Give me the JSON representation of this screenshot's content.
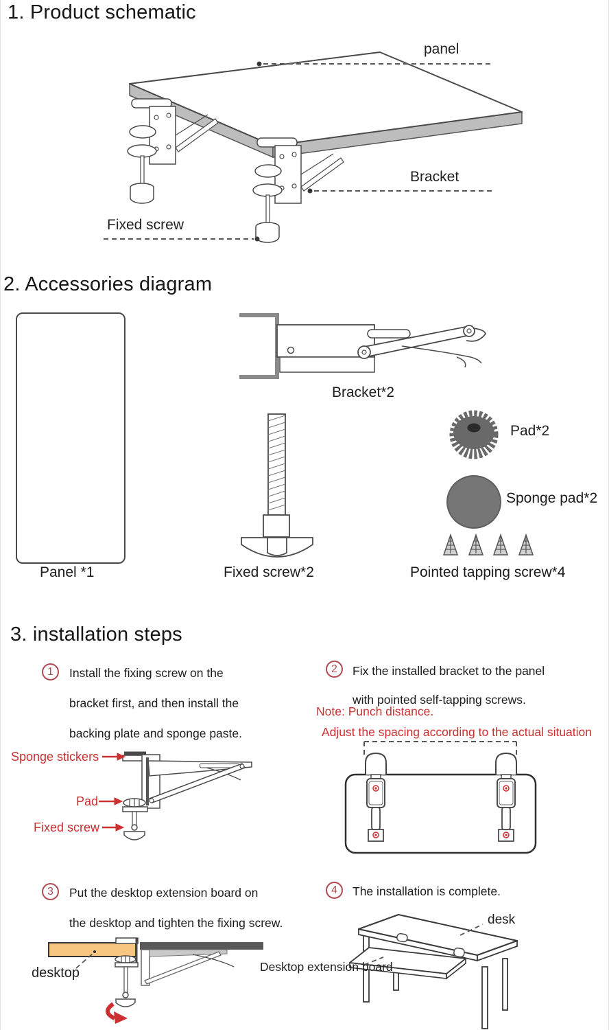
{
  "s1": {
    "title": "1. Product schematic",
    "labels": {
      "panel": "panel",
      "bracket": "Bracket",
      "fixed_screw": "Fixed screw"
    }
  },
  "s2": {
    "title": "2. Accessories diagram",
    "captions": {
      "panel": "Panel *1",
      "bracket": "Bracket*2",
      "fixed_screw": "Fixed screw*2",
      "pad": "Pad*2",
      "sponge": "Sponge pad*2",
      "tapping": "Pointed tapping screw*4"
    }
  },
  "s3": {
    "title": "3. installation steps",
    "steps": [
      {
        "num": "1",
        "lines": [
          "Install the fixing screw on the",
          "bracket first, and then install the",
          "backing plate and sponge paste."
        ]
      },
      {
        "num": "2",
        "lines": [
          "Fix the installed bracket to the panel",
          "with pointed self-tapping screws."
        ],
        "note1": "Note: Punch distance.",
        "note2": "Adjust the spacing according to the actual situation"
      },
      {
        "num": "3",
        "lines": [
          "Put the desktop extension board on",
          "the desktop and tighten the fixing screw."
        ]
      },
      {
        "num": "4",
        "lines": [
          "The installation is complete."
        ]
      }
    ],
    "labels": {
      "sponge_stickers": "Sponge stickers",
      "pad": "Pad",
      "fixed_screw": "Fixed screw",
      "desktop": "desktop",
      "desk": "desk",
      "ext_board": "Desktop extension board"
    }
  },
  "colors": {
    "text": "#1c1c1c",
    "red": "#cc3030",
    "step_ring": "#b04b55",
    "pad_gray": "#696969",
    "sponge_gray": "#767676",
    "board_dark": "#5a5a5a",
    "desktop_tan": "#f7c782"
  }
}
